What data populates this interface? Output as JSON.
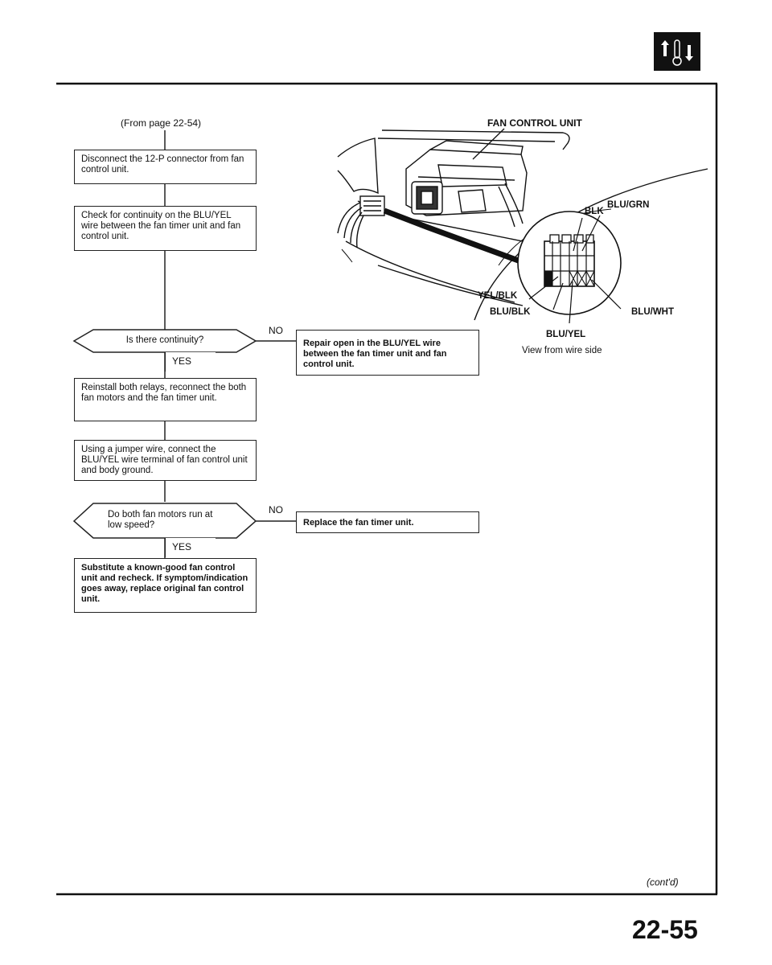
{
  "header": {
    "icon": "fan-thermometer-icon"
  },
  "flowchart": {
    "from_page": "(From page 22-54)",
    "steps": [
      "Disconnect the 12-P connector from fan control unit.",
      "Check for continuity on the BLU/YEL wire between the fan timer unit and fan control unit.",
      "Reinstall both relays, reconnect the both fan motors and the fan timer unit.",
      "Using a jumper wire, connect the BLU/YEL wire terminal of fan control unit and body ground.",
      "Substitute a known-good fan control unit and recheck. If symptom/indication goes away, replace original fan control unit."
    ],
    "decisions": [
      "Is there continuity?",
      "Do both fan motors run at low speed?"
    ],
    "no_label": "NO",
    "yes_label": "YES",
    "no_results": [
      "Repair open in the BLU/YEL wire between the fan timer unit and fan control unit.",
      "Replace the fan timer unit."
    ]
  },
  "illustration": {
    "title": "FAN CONTROL UNIT",
    "wire_labels": {
      "blk": "BLK",
      "blu_grn": "BLU/GRN",
      "yel_blk": "YEL/BLK",
      "blu_blk": "BLU/BLK",
      "blu_wht": "BLU/WHT",
      "blu_yel": "BLU/YEL"
    },
    "caption": "View from wire side"
  },
  "footer": {
    "contd": "(cont'd)",
    "page_number": "22-55"
  }
}
